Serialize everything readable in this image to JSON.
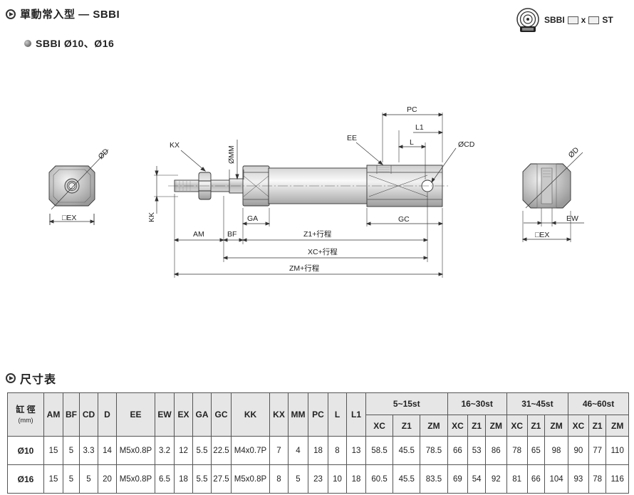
{
  "header": {
    "title": "單動常入型 — SBBI",
    "subtitle": "SBBI  Ø10、Ø16",
    "code": {
      "prefix": "SBBI",
      "x": "x",
      "suffix": "ST"
    }
  },
  "drawing": {
    "labels": {
      "kx": "KX",
      "mm": "ØMM",
      "kk": "KK",
      "am": "AM",
      "bf": "BF",
      "ga": "GA",
      "ee": "EE",
      "pc": "PC",
      "l1": "L1",
      "l": "L",
      "cd": "ØCD",
      "gc": "GC",
      "z1": "Z1+行程",
      "xc": "XC+行程",
      "zm": "ZM+行程",
      "ex": "□EX",
      "d": "ØD",
      "ew": "EW",
      "ex2": "□EX",
      "d2": "ØD"
    }
  },
  "section": {
    "title": "尺寸表"
  },
  "table": {
    "bore_label": "缸 徑",
    "bore_unit": "(mm)",
    "columns": [
      "AM",
      "BF",
      "CD",
      "D",
      "EE",
      "EW",
      "EX",
      "GA",
      "GC",
      "KK",
      "KX",
      "MM",
      "PC",
      "L",
      "L1"
    ],
    "stroke_groups": [
      "5~15st",
      "16~30st",
      "31~45st",
      "46~60st"
    ],
    "stroke_cols": [
      "XC",
      "Z1",
      "ZM"
    ],
    "rows": [
      {
        "bore": "Ø10",
        "values": [
          "15",
          "5",
          "3.3",
          "14",
          "M5x0.8P",
          "3.2",
          "12",
          "5.5",
          "22.5",
          "M4x0.7P",
          "7",
          "4",
          "18",
          "8",
          "13"
        ],
        "strokes": [
          "58.5",
          "45.5",
          "78.5",
          "66",
          "53",
          "86",
          "78",
          "65",
          "98",
          "90",
          "77",
          "110"
        ]
      },
      {
        "bore": "Ø16",
        "values": [
          "15",
          "5",
          "5",
          "20",
          "M5x0.8P",
          "6.5",
          "18",
          "5.5",
          "27.5",
          "M5x0.8P",
          "8",
          "5",
          "23",
          "10",
          "18"
        ],
        "strokes": [
          "60.5",
          "45.5",
          "83.5",
          "69",
          "54",
          "92",
          "81",
          "66",
          "104",
          "93",
          "78",
          "116"
        ]
      }
    ]
  }
}
